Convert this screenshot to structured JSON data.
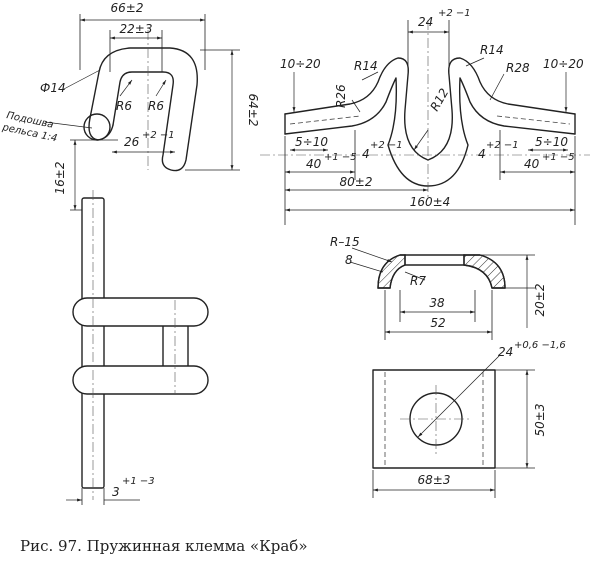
{
  "caption": "Рис. 97. Пружинная клемма «Краб»",
  "views": {
    "front_view": {
      "dims": {
        "overall_width": "66±2",
        "inner_width": "22±3",
        "diameter": "Ф14",
        "radius_left": "R6",
        "radius_right": "R6",
        "bottom_gap": "26",
        "bottom_gap_tol": "+2 −1",
        "height": "64±2",
        "left_drop": "16±2",
        "bevel_label_1": "Подошва",
        "bevel_label_2": "рельса 1:4"
      }
    },
    "side_view": {
      "dims": {
        "top_gap": "24",
        "top_gap_tol": "+2 −1",
        "r14_left": "R14",
        "r26": "R26",
        "r14_right": "R14",
        "r28": "R28",
        "r12": "R12",
        "range_left": "10÷20",
        "range_right": "10÷20",
        "small_left": "5÷10",
        "small_right": "5÷10",
        "rise_left": "4",
        "rise_left_tol": "+2 −1",
        "rise_right": "4",
        "rise_right_tol": "+2 −1",
        "arm_left": "40",
        "arm_left_tol": "+1 −5",
        "arm_right": "40",
        "arm_right_tol": "+1 −5",
        "half_length": "80±2",
        "total_length": "160±4"
      }
    },
    "plan_view": {
      "dims": {
        "thickness": "3",
        "thickness_tol": "+1 −3"
      }
    },
    "washer_section": {
      "dims": {
        "outer_radius": "R–15",
        "thickness": "8",
        "inner_radius": "R7",
        "inner_width": "38",
        "outer_width": "52",
        "height": "20±2"
      }
    },
    "washer_plan": {
      "dims": {
        "hole_diameter": "24",
        "hole_tol": "+0,6 −1,6",
        "height": "50±3",
        "width": "68±3"
      }
    }
  }
}
